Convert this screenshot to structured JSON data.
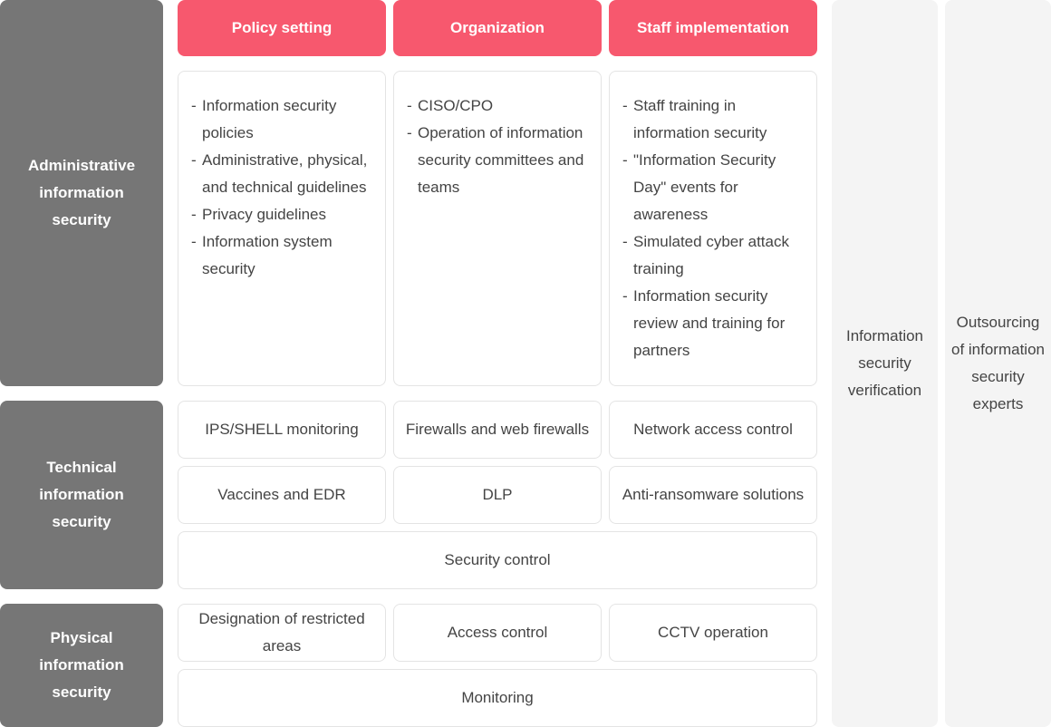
{
  "rows": {
    "administrative": "Administrative information security",
    "technical": "Technical information security",
    "physical": "Physical information security"
  },
  "headers": {
    "policy": "Policy setting",
    "organization": "Organization",
    "staff": "Staff implementation"
  },
  "administrative": {
    "policy": [
      "Information security policies",
      "Administrative, physical, and technical guidelines",
      "Privacy guidelines",
      "Information system security"
    ],
    "organization": [
      "CISO/CPO",
      "Operation of information security committees and teams"
    ],
    "staff": [
      "Staff training in information security",
      "\"Information Security Day\" events for awareness",
      "Simulated cyber attack training",
      "Information security review and training for partners"
    ]
  },
  "technical": {
    "ips": "IPS/SHELL monitoring",
    "firewalls": "Firewalls and web firewalls",
    "nac": "Network access control",
    "vaccines": "Vaccines and EDR",
    "dlp": "DLP",
    "ransomware": "Anti-ransomware solutions",
    "control": "Security control"
  },
  "physical": {
    "restricted": "Designation of restricted areas",
    "access": "Access control",
    "cctv": "CCTV operation",
    "monitoring": "Monitoring"
  },
  "verification": "Information security verification",
  "outsourcing": "Outsourcing of information security experts"
}
